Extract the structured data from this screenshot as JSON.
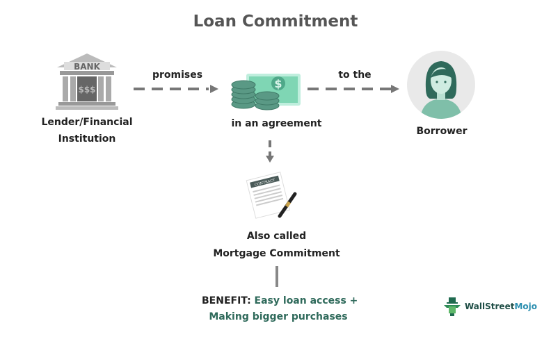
{
  "title": "Loan Commitment",
  "lender": {
    "label_line1": "Lender/Financial",
    "label_line2": "Institution",
    "icon_text": "BANK",
    "icon_symbol": "$$$"
  },
  "arrow1_label": "promises",
  "money": {
    "label": "in an agreement"
  },
  "arrow2_label": "to the",
  "borrower": {
    "label": "Borrower"
  },
  "contract": {
    "icon_text": "CONTRACT",
    "label_line1": "Also called",
    "label_line2": "Mortgage Commitment"
  },
  "benefit": {
    "prefix": "BENEFIT:",
    "line1": "Easy loan access +",
    "line2": "Making bigger purchases"
  },
  "logo": {
    "part1": "WallStreet",
    "part2": "Mojo"
  },
  "colors": {
    "accent": "#2f6a5b",
    "mint": "#7fd6b4",
    "arrow": "#777777",
    "logo_blue": "#1f5fa8"
  }
}
